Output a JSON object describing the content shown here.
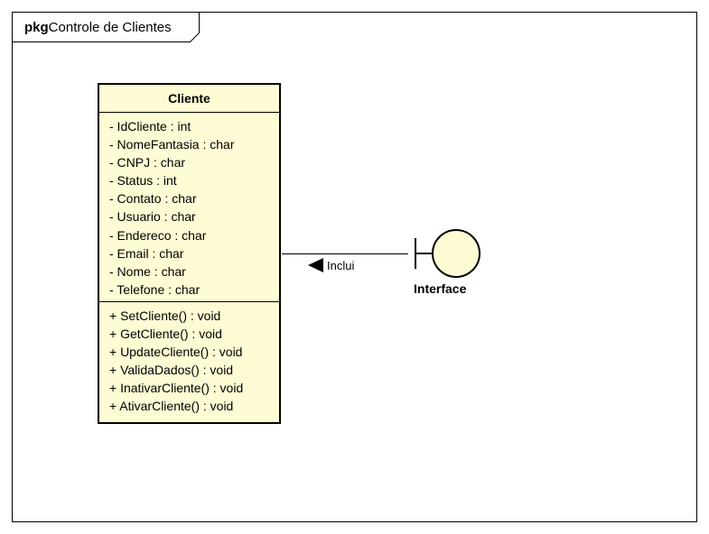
{
  "package": {
    "keyword": "pkg",
    "name": "Controle de Clientes"
  },
  "class": {
    "name": "Cliente",
    "attributes": [
      "- IdCliente : int",
      "- NomeFantasia : char",
      "- CNPJ : char",
      "- Status : int",
      "- Contato : char",
      "- Usuario : char",
      "- Endereco : char",
      "- Email : char",
      "- Nome : char",
      "- Telefone : char"
    ],
    "operations": [
      "+ SetCliente() : void",
      "+ GetCliente() : void",
      "+ UpdateCliente() : void",
      "+ ValidaDados() : void",
      "+ InativarCliente() : void",
      "+ AtivarCliente() : void"
    ]
  },
  "boundary": {
    "name": "Interface"
  },
  "association": {
    "label": "Inclui"
  },
  "colors": {
    "class_fill": "#fefcd4",
    "boundary_fill": "#fefcd4",
    "stroke": "#000000",
    "background": "#ffffff"
  }
}
